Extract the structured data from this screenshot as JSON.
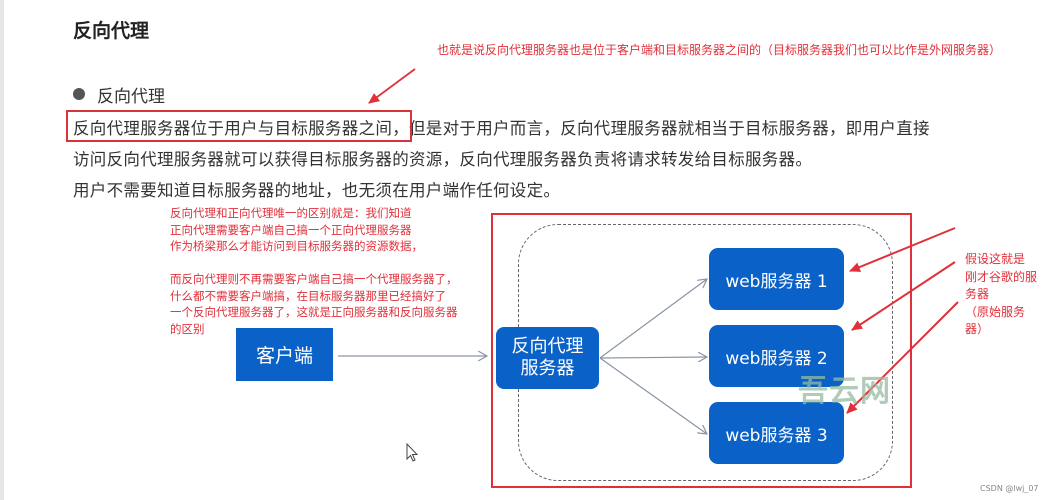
{
  "page": {
    "title": "反向代理",
    "bullet": "反向代理",
    "paragraph_lines": [
      "反向代理服务器位于用户与目标服务器之间，但是对于用户而言，反向代理服务器就相当于目标服务器，即用户直接",
      "访问反向代理服务器就可以获得目标服务器的资源，反向代理服务器负责将请求转发给目标服务器。",
      "用户不需要知道目标服务器的地址，也无须在用户端作任何设定。"
    ],
    "highlighted_phrase": "反向代理服务器位于用户与目标服务器之间"
  },
  "annotations": {
    "top_note": "也就是说反向代理服务器也是位于客户端和目标服务器之间的（目标服务器我们也可以比作是外网服务器）",
    "left_note_lines": [
      "反向代理和正向代理唯一的区别就是：我们知道",
      "正向代理需要客户端自己搞一个正向代理服务器",
      "作为桥梁那么才能访问到目标服务器的资源数据，",
      "",
      "而反向代理则不再需要客户端自己搞一个代理服务器了，",
      "什么都不需要客户端搞，在目标服务器那里已经搞好了",
      "一个反向代理服务器了，这就是正向服务器和反向服务器",
      "的区别"
    ],
    "right_note_lines": [
      "假设这就是",
      "刚才谷歌的服",
      "务器",
      "（原始服务",
      "器）"
    ],
    "color": "#e0303a"
  },
  "diagram": {
    "client": "客户端",
    "proxy_lines": [
      "反向代理",
      "服务器"
    ],
    "web_servers": [
      "web服务器 1",
      "web服务器 2",
      "web服务器 3"
    ],
    "node_color": "#0a61c7",
    "arrow_color": "#8a94a6"
  },
  "watermark": "吾云网",
  "credit": "CSDN @lwj_07",
  "icons": {
    "cursor": "mouse-pointer-icon"
  }
}
